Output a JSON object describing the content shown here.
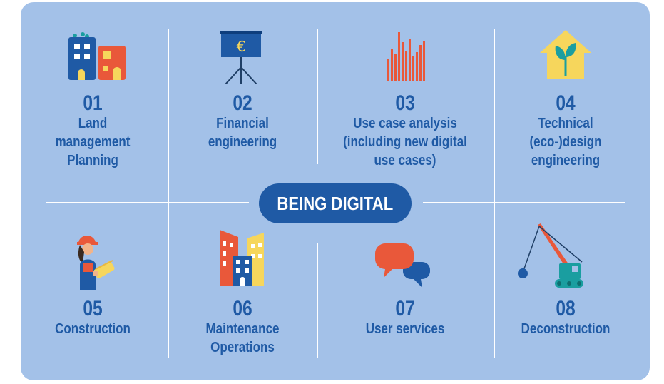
{
  "center_label": "BEING DIGITAL",
  "steps": [
    {
      "number": "01",
      "label": "Land\nmanagement\nPlanning",
      "icon": "buildings-icon"
    },
    {
      "number": "02",
      "label": "Financial\nengineering",
      "icon": "euro-easel-icon"
    },
    {
      "number": "03",
      "label": "Use case analysis\n(including new digital\nuse cases)",
      "icon": "bar-chart-icon"
    },
    {
      "number": "04",
      "label": "Technical\n(eco-)design\nengineering",
      "icon": "eco-house-icon"
    },
    {
      "number": "05",
      "label": "Construction",
      "icon": "construction-worker-icon"
    },
    {
      "number": "06",
      "label": "Maintenance\nOperations",
      "icon": "city-buildings-icon"
    },
    {
      "number": "07",
      "label": "User services",
      "icon": "speech-bubbles-icon"
    },
    {
      "number": "08",
      "label": "Deconstruction",
      "icon": "wrecking-crane-icon"
    }
  ],
  "colors": {
    "panel": "#a3c1e8",
    "text": "#1f5aa5",
    "accent_orange": "#e9583a",
    "accent_yellow": "#f6d65c",
    "accent_teal": "#1a9ea0"
  }
}
